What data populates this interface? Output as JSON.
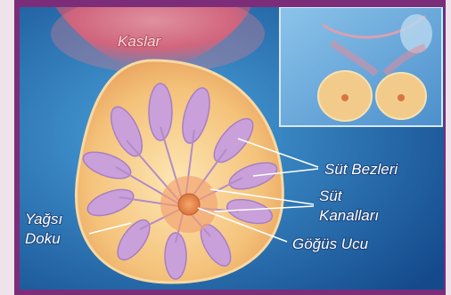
{
  "labels": {
    "muscles": "Kaslar",
    "milk_glands": "Süt Bezleri",
    "milk_ducts_1": "Süt",
    "milk_ducts_2": "Kanalları",
    "fat_tissue_1": "Yağsı",
    "fat_tissue_2": "Doku",
    "nipple": "Göğüs Ucu"
  },
  "colors": {
    "frame": "#7c2d7a",
    "background": "#1d5ea3",
    "gland_fill": "#c9a0d9",
    "breast_fill": "#f4c27a"
  }
}
